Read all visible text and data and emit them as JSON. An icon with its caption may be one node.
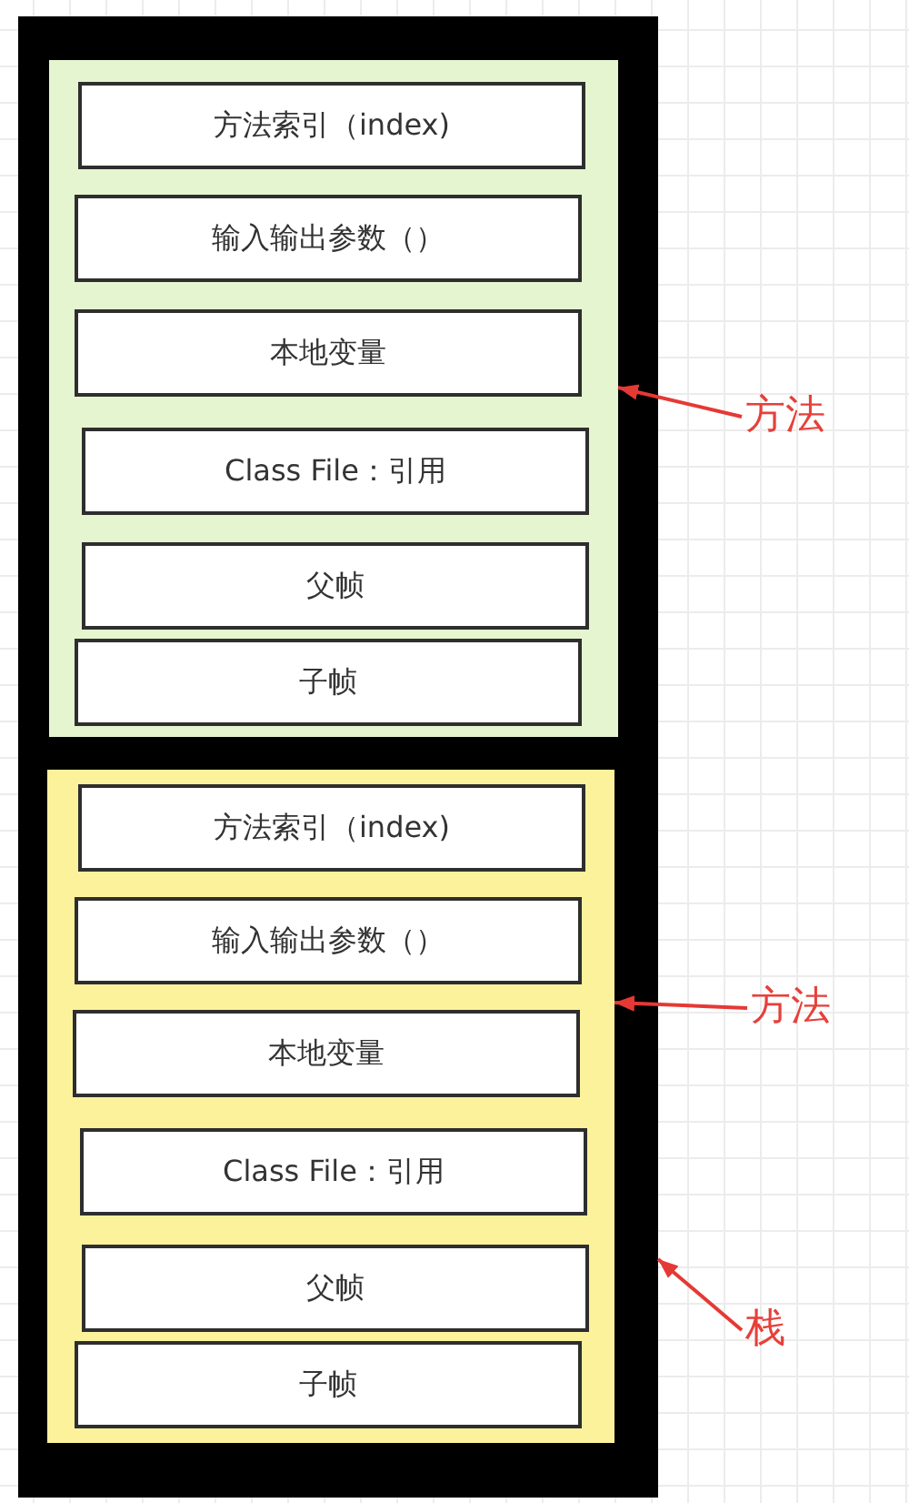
{
  "diagram": {
    "nodes": [
      {
        "text": [],
        "shape": "box"
      },
      {
        "text": [],
        "shape": "box",
        "in": 0
      },
      {
        "text": [
          "方法索引（index)"
        ],
        "in": 1
      },
      {
        "text": [
          "输入输出参数（）"
        ],
        "in": 1
      },
      {
        "text": [
          "本地变量"
        ],
        "in": 1
      },
      {
        "text": [
          "Class File：引用"
        ],
        "in": 1
      },
      {
        "text": [
          "父帧"
        ],
        "in": 1
      },
      {
        "text": [
          "子帧"
        ],
        "in": 1
      },
      {
        "text": [],
        "shape": "box",
        "in": 0
      },
      {
        "text": [
          "方法索引（index)"
        ],
        "in": 8
      },
      {
        "text": [
          "输入输出参数（）"
        ],
        "in": 8
      },
      {
        "text": [
          "本地变量"
        ],
        "in": 8
      },
      {
        "text": [
          "Class File：引用"
        ],
        "in": 8
      },
      {
        "text": [
          "父帧"
        ],
        "in": 8
      },
      {
        "text": [
          "子帧"
        ],
        "in": 8
      },
      {
        "text": [
          "方法"
        ]
      },
      {
        "text": [
          "方法"
        ]
      },
      {
        "text": [
          "栈"
        ]
      }
    ],
    "edges": [
      {
        "from": 15,
        "to": 1,
        "arrow": "to"
      },
      {
        "from": 16,
        "to": 8,
        "arrow": "to"
      },
      {
        "from": 17,
        "to": 0,
        "arrow": "to"
      }
    ]
  }
}
